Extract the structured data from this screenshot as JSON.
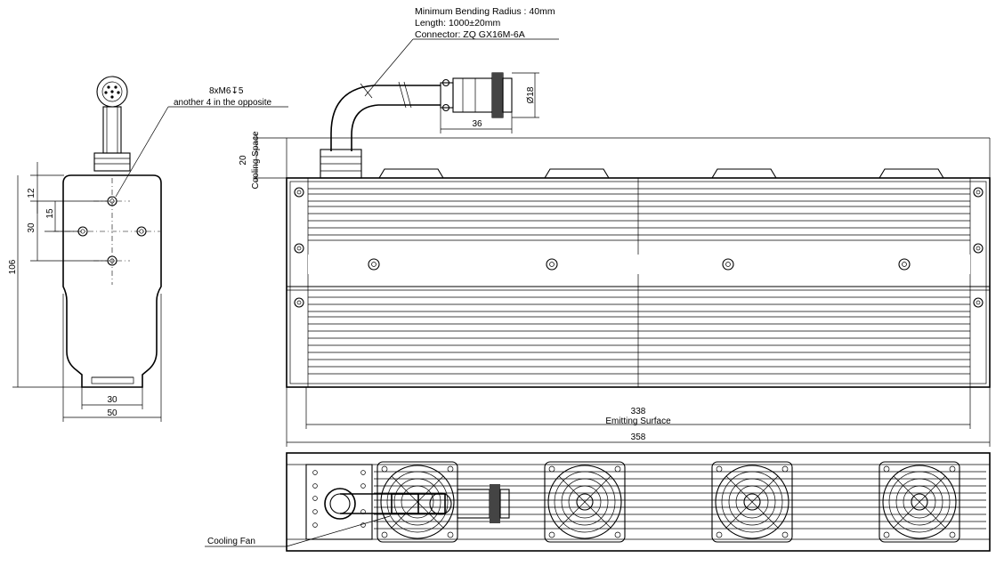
{
  "cable_note": {
    "line1": "Minimum Bending Radius : 40mm",
    "line2": "Length: 1000±20mm",
    "line3": "Connector: ZQ GX16M-6A"
  },
  "screw_note": {
    "line1": "8xM6↧5",
    "line2": "another 4 in the opposite"
  },
  "side_view": {
    "dim_12": "12",
    "dim_15": "15",
    "dim_30_vert": "30",
    "dim_106": "106",
    "dim_30_bottom": "30",
    "dim_50": "50"
  },
  "front_view": {
    "connector_dia": "Ø18",
    "connector_len": "36",
    "cooling_space_value": "20",
    "cooling_space_label": "Cooling Space",
    "emitting_value": "338",
    "emitting_label": "Emitting Surface",
    "overall_length": "358"
  },
  "bottom_view": {
    "cooling_fan_label": "Cooling Fan"
  }
}
